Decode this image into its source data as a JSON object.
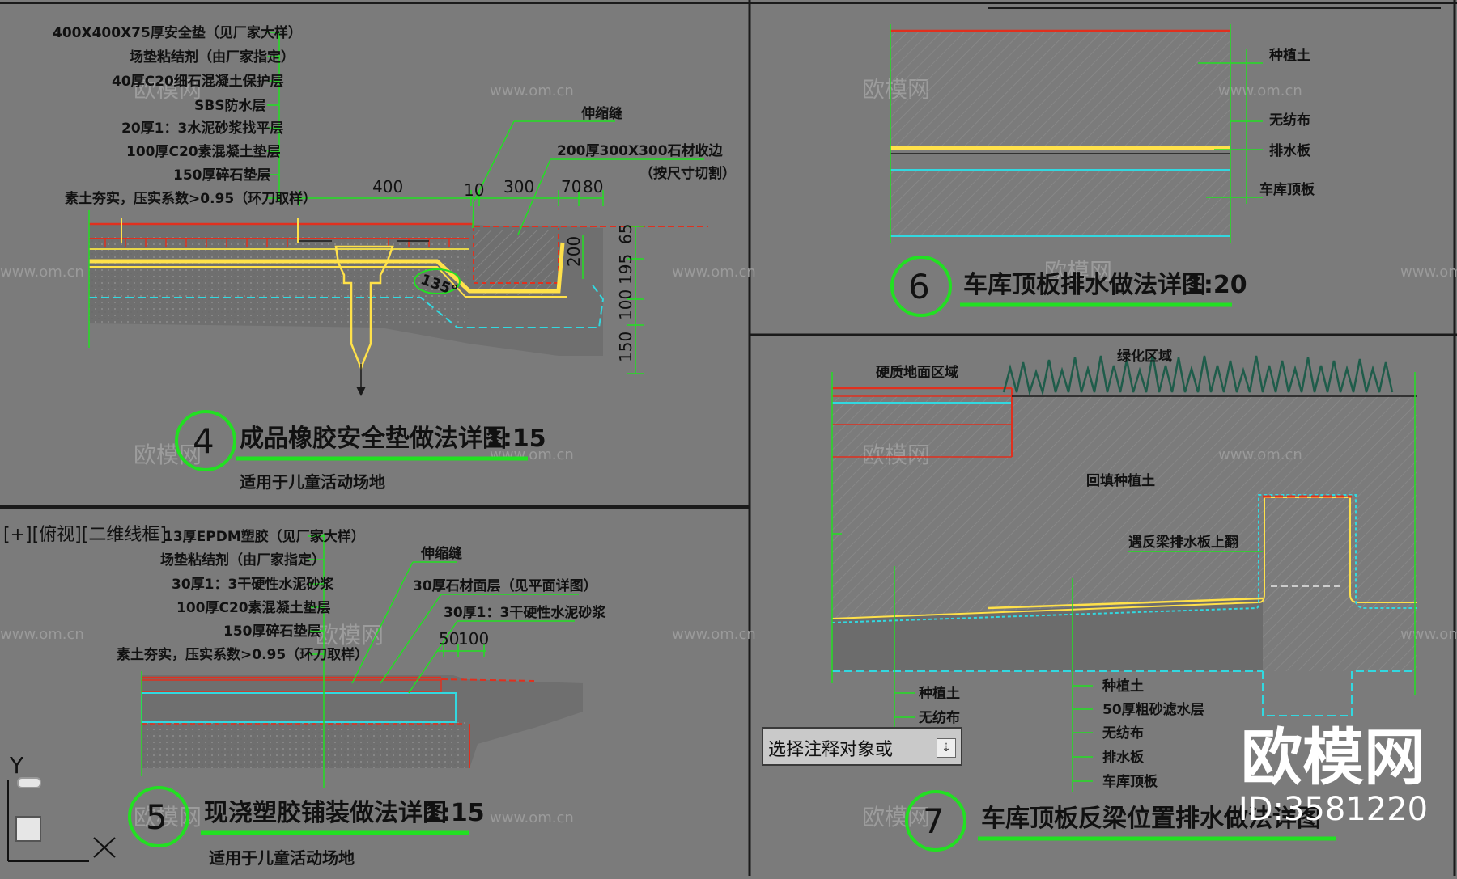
{
  "viewport_label": "[+][俯视][二维线框]",
  "command_prompt": "选择注释对象或",
  "brand": {
    "name": "欧模网",
    "id_label": "ID:3581220"
  },
  "watermarks": {
    "url": "www.om.cn",
    "cn": "欧模网"
  },
  "ucs": {
    "y_label": "Y",
    "x_label": "X"
  },
  "detail4": {
    "number": "4",
    "title": "成品橡胶安全垫做法详图",
    "scale": "1:15",
    "subtitle": "适用于儿童活动场地",
    "layers": [
      "400X400X75厚安全垫（见厂家大样）",
      "场垫粘结剂（由厂家指定）",
      "40厚C20细石混凝土保护层",
      "SBS防水层",
      "20厚1：3水泥砂浆找平层",
      "100厚C20素混凝土垫层",
      "150厚碎石垫层",
      "素土夯实，压实系数>0.95（环刀取样）"
    ],
    "callout_joint": "伸缩缝",
    "callout_stone": "200厚300X300石材收边",
    "callout_stone_note": "（按尺寸切割）",
    "dims_h": [
      "400",
      "10",
      "300",
      "70",
      "80"
    ],
    "dims_v": [
      "65",
      "195",
      "100",
      "150"
    ],
    "dim_inner": "200",
    "angle": "135°"
  },
  "detail5": {
    "number": "5",
    "title": "现浇塑胶铺装做法详图",
    "scale": "1:15",
    "subtitle": "适用于儿童活动场地",
    "layers": [
      "13厚EPDM塑胶（见厂家大样）",
      "场垫粘结剂（由厂家指定）",
      "30厚1：3干硬性水泥砂浆",
      "100厚C20素混凝土垫层",
      "150厚碎石垫层",
      "素土夯实，压实系数>0.95（环刀取样）"
    ],
    "callout_joint": "伸缩缝",
    "callout_stone": "30厚石材面层（见平面详图）",
    "callout_mortar": "30厚1：3干硬性水泥砂浆",
    "dims_h": [
      "50",
      "100"
    ]
  },
  "detail6": {
    "number": "6",
    "title": "车库顶板排水做法详图",
    "scale": "1:20",
    "layers": [
      "种植土",
      "无纺布",
      "排水板",
      "车库顶板"
    ]
  },
  "detail7": {
    "number": "7",
    "title": "车库顶板反梁位置排水做法详图",
    "label_paving": "硬质地面区域",
    "label_green": "绿化区域",
    "label_soil": "回填种植土",
    "label_beam": "遇反梁排水板上翻",
    "left_layers": [
      "种植土",
      "无纺布"
    ],
    "right_layers": [
      "种植土",
      "50厚粗砂滤水层",
      "无纺布",
      "排水板",
      "车库顶板"
    ]
  }
}
